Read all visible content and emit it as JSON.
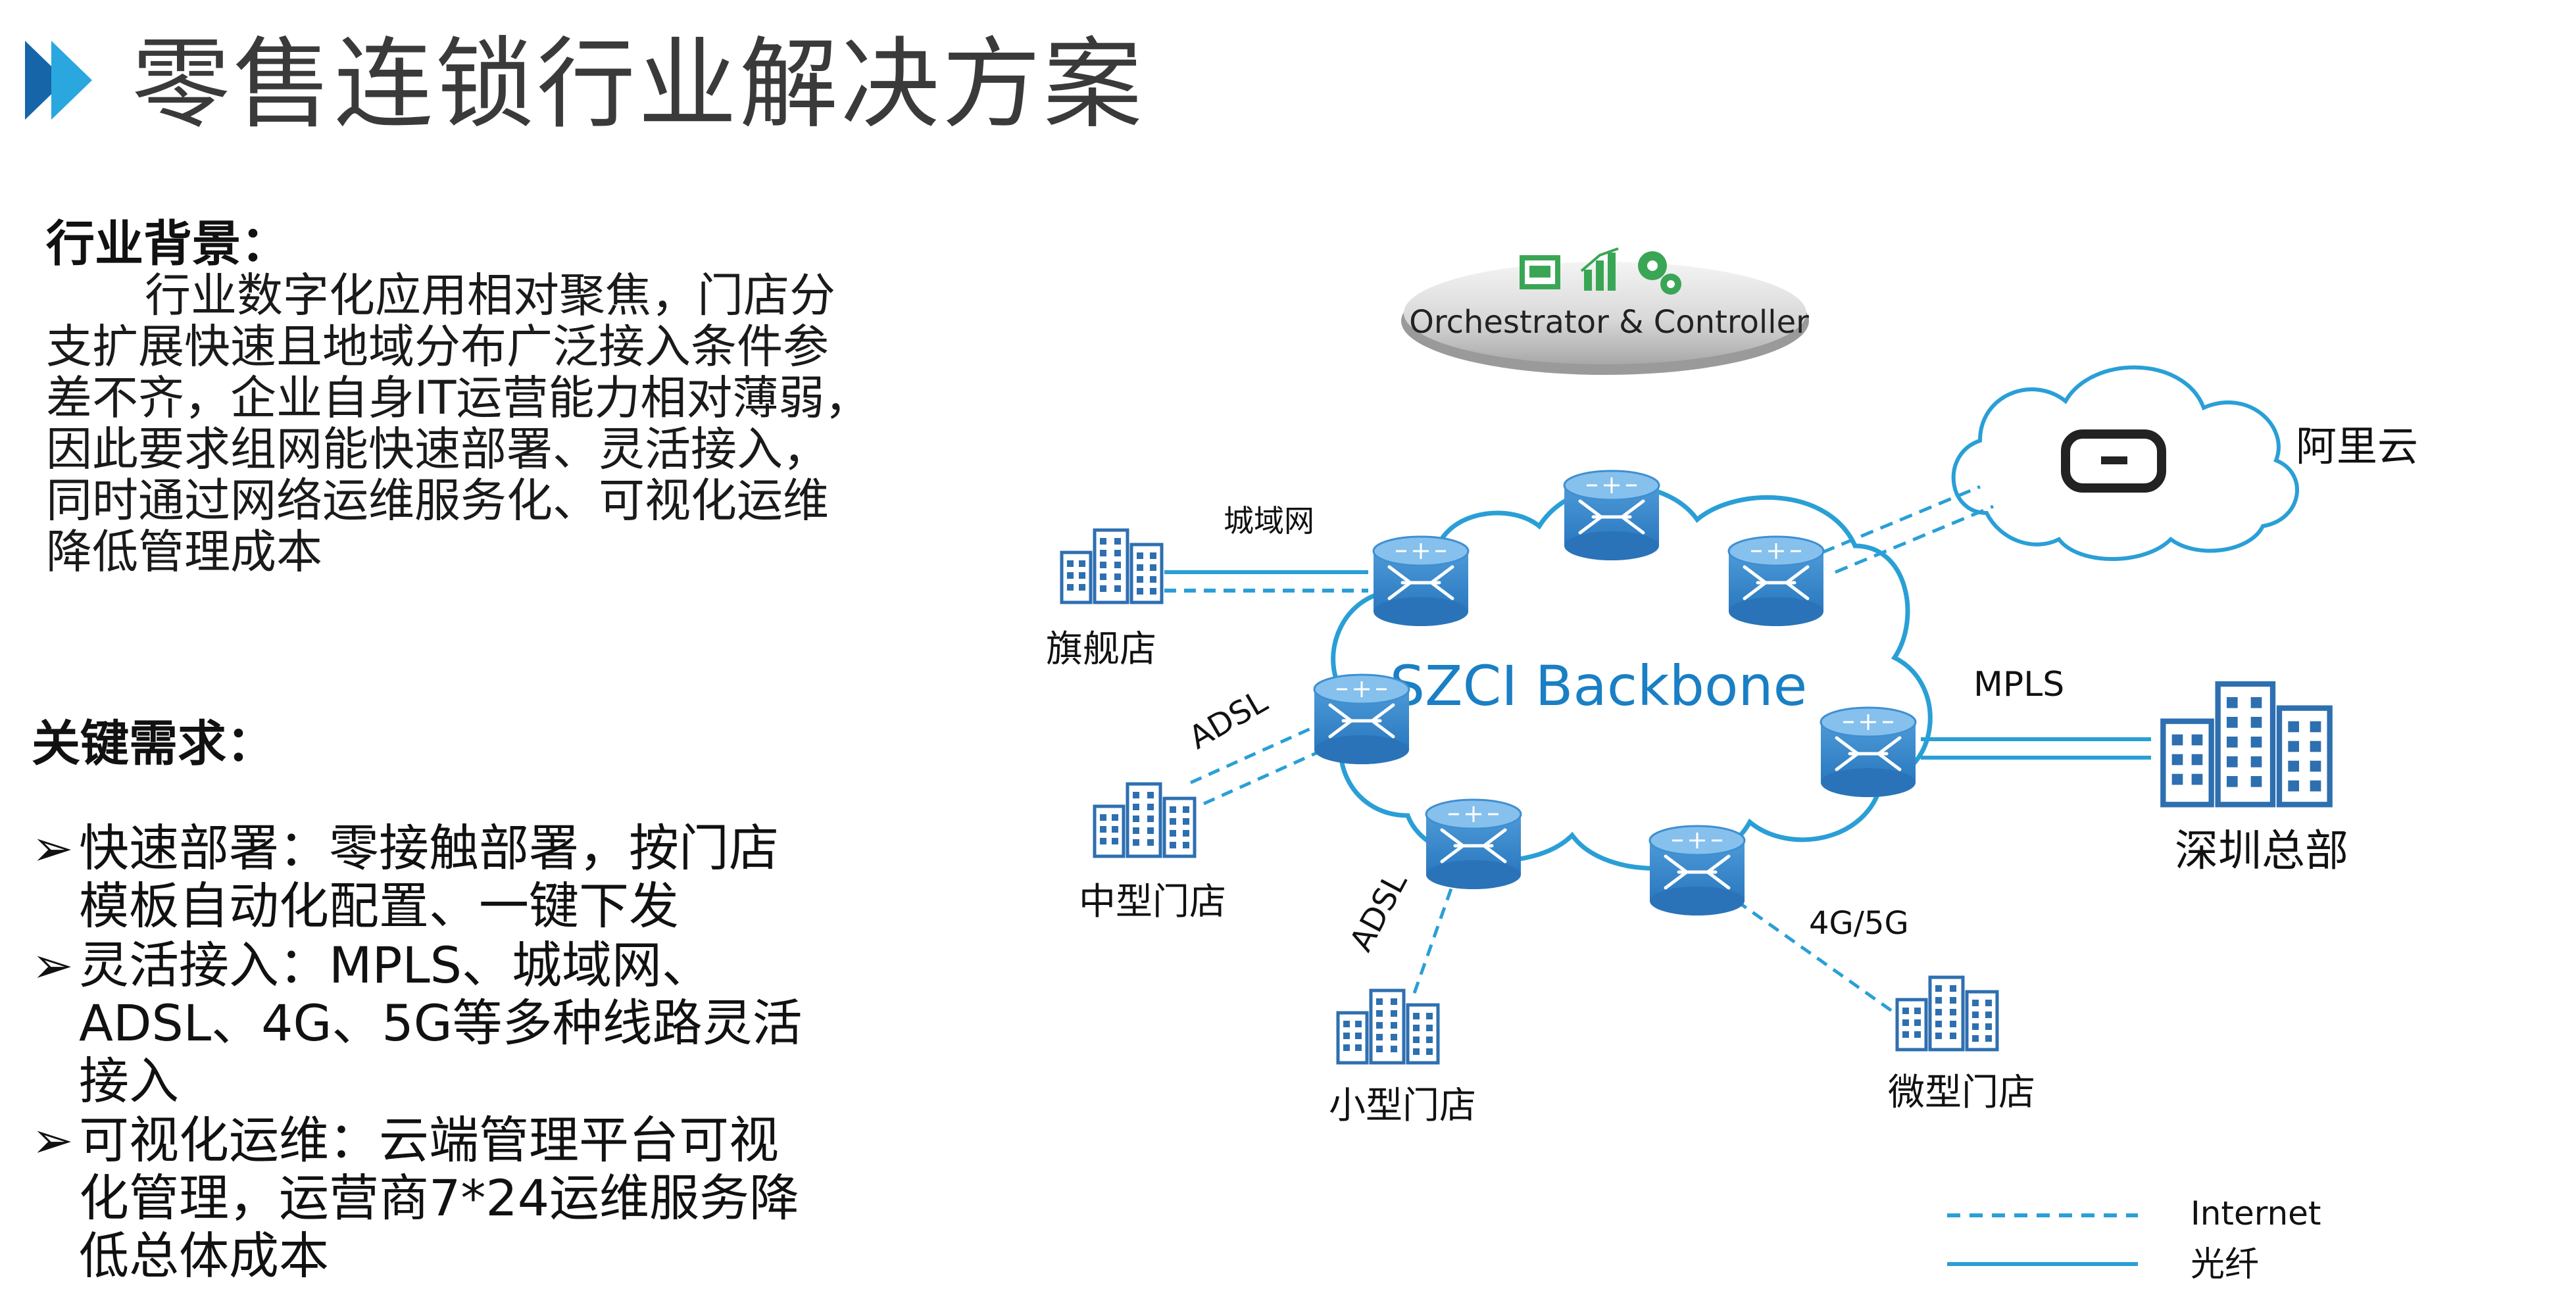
{
  "title": "零售连锁行业解决方案",
  "background": {
    "heading": "行业背景：",
    "lines": [
      "行业数字化应用相对聚焦，门店分",
      "支扩展快速且地域分布广泛接入条件参",
      "差不齐，企业自身IT运营能力相对薄弱，",
      "因此要求组网能快速部署、灵活接入，",
      "同时通过网络运维服务化、可视化运维",
      "降低管理成本"
    ]
  },
  "requirements": {
    "heading": "关键需求：",
    "marker": "➢",
    "items": [
      {
        "lines": [
          "快速部署：零接触部署，按门店",
          "模板自动化配置、一键下发"
        ]
      },
      {
        "lines": [
          "灵活接入：MPLS、城域网、",
          "ADSL、4G、5G等多种线路灵活",
          "接入"
        ]
      },
      {
        "lines": [
          "可视化运维：云端管理平台可视",
          "化管理，运营商7*24运维服务降",
          "低总体成本"
        ]
      }
    ]
  },
  "diagram": {
    "controller_label": "Orchestrator & Controller",
    "backbone_label": "SZCI Backbone",
    "cloud_provider": "阿里云",
    "sites": {
      "flagship": "旗舰店",
      "medium": "中型门店",
      "small": "小型门店",
      "micro": "微型门店",
      "hq": "深圳总部"
    },
    "links": {
      "metro": "城域网",
      "adsl_medium": "ADSL",
      "adsl_small": "ADSL",
      "mobile": "4G/5G",
      "mpls": "MPLS"
    },
    "legend": {
      "internet": "Internet",
      "fiber": "光纤"
    }
  },
  "colors": {
    "accent": "#1a7fc4",
    "title_arrow_dark": "#1565a8",
    "title_arrow_light": "#2aa7df",
    "building": "#2e6fb0",
    "router_top": "#6fb1e4",
    "router_body": "#3f8fd2",
    "text_dark": "#1a1a1a"
  }
}
